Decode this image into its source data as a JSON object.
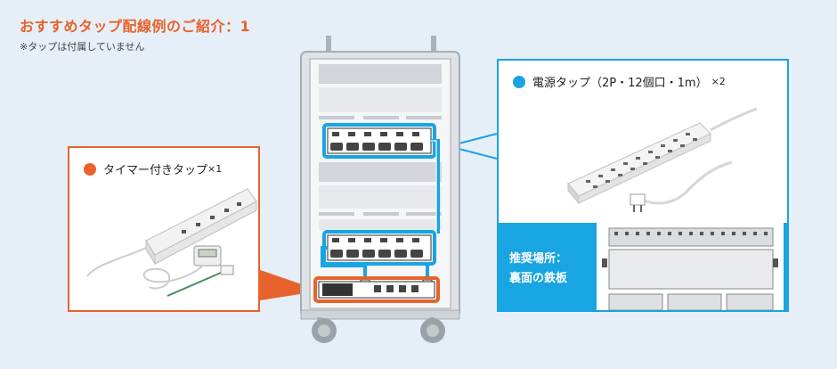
{
  "header": {
    "title": "おすすめタップ配線例のご紹介：1",
    "note": "※タップは付属していません"
  },
  "timer_tap": {
    "label": "タイマー付きタップ",
    "qty": "×1",
    "color": "#e8632c"
  },
  "power_tap": {
    "label": "電源タップ（2P・12個口・1m）",
    "qty": "×2",
    "color": "#19a4e2"
  },
  "location": {
    "line1": "推奨場所：",
    "line2": "裏面の鉄板"
  },
  "colors": {
    "accent_orange": "#e8632c",
    "accent_blue": "#19a4e2",
    "background": "#e6eff7"
  }
}
